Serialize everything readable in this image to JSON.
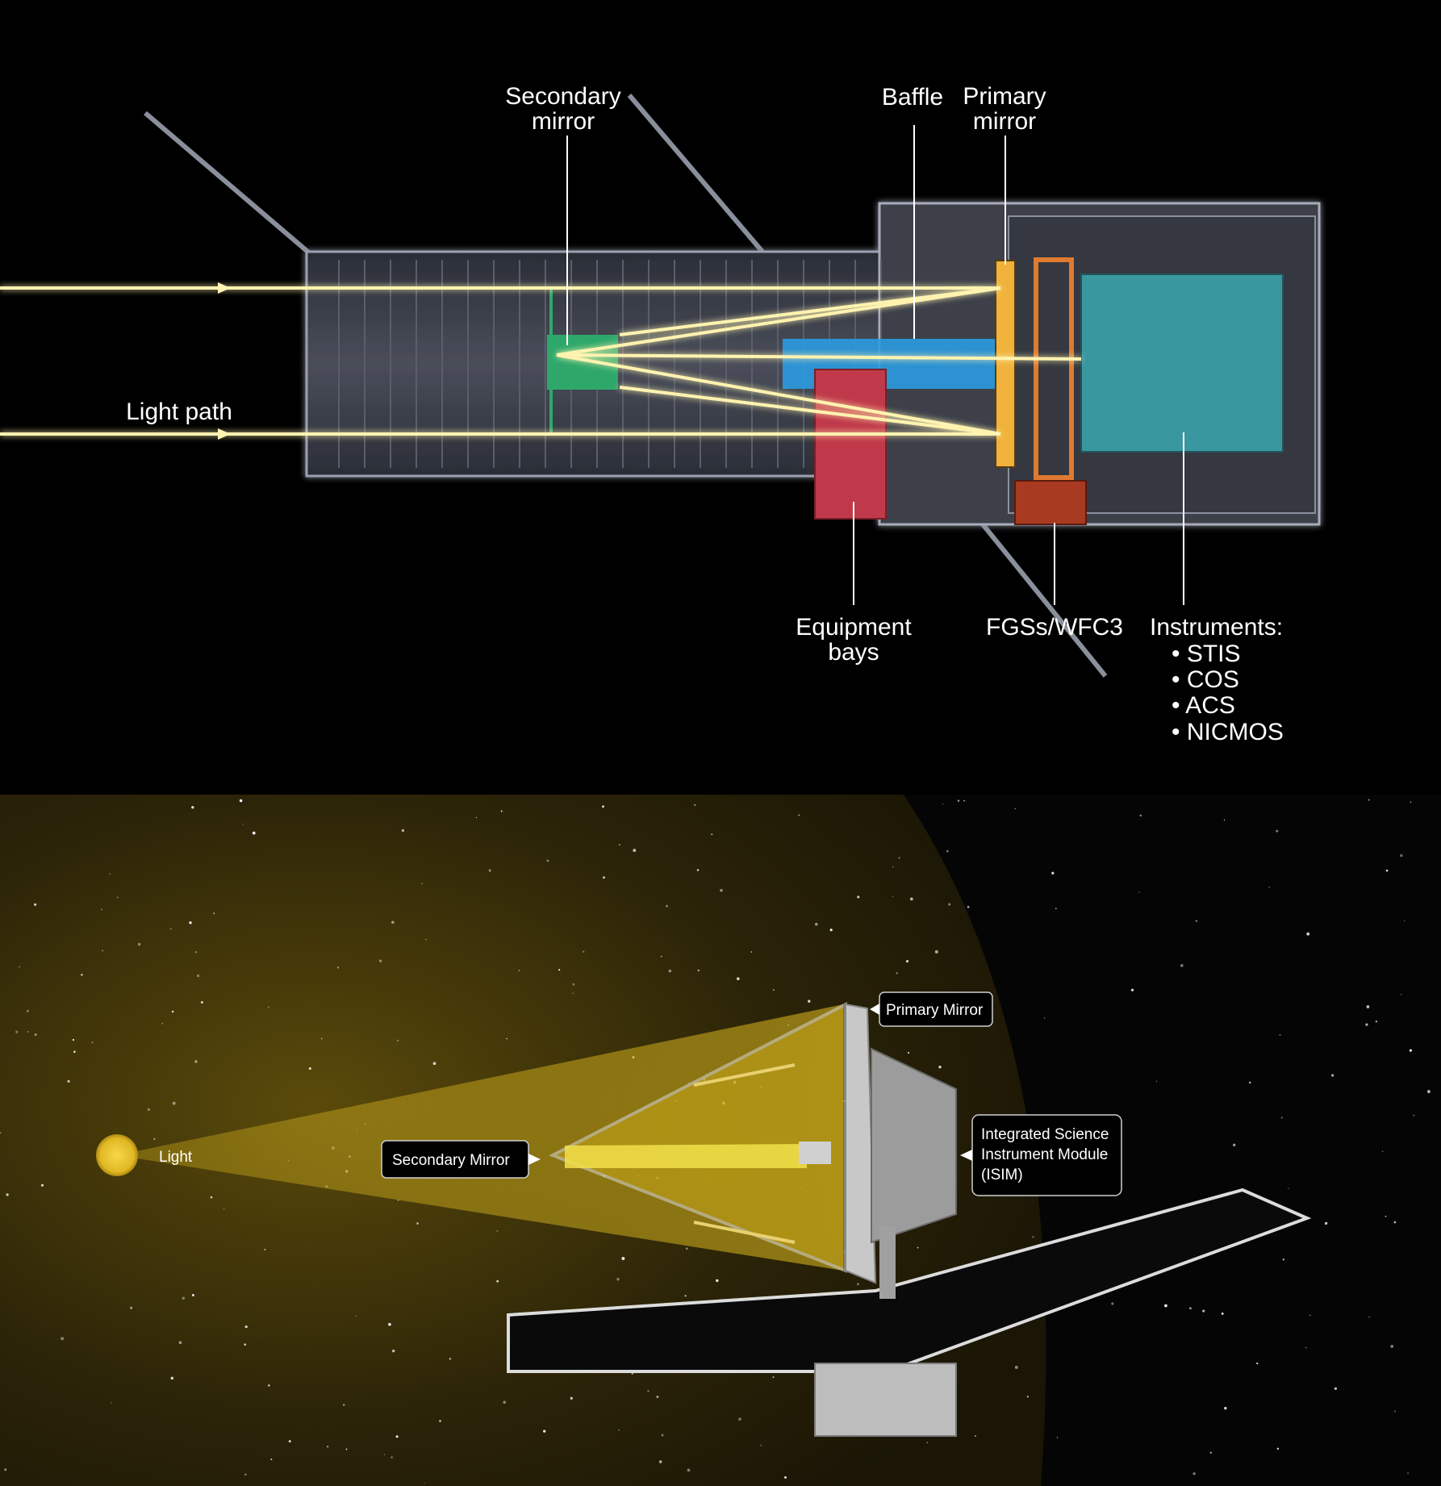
{
  "hubble": {
    "labels": {
      "secondary_mirror": [
        "Secondary",
        "mirror"
      ],
      "baffle": "Baffle",
      "primary_mirror": [
        "Primary",
        "mirror"
      ],
      "light_path": "Light path",
      "equipment_bays": [
        "Equipment",
        "bays"
      ],
      "fgs_wfc3": "FGSs/WFC3",
      "instruments_title": "Instruments:",
      "instruments": [
        "• STIS",
        "• COS",
        "• ACS",
        "• NICMOS"
      ]
    },
    "colors": {
      "light_beam": "#fff3b0",
      "secondary_mirror": "#2ea86a",
      "baffle": "#2b9be0",
      "primary_mirror": "#f0b23a",
      "equipment_bays": "#c0394a",
      "fgs": "#a83a22",
      "instruments": "#3aa8b0",
      "tube": "#3a3d48"
    }
  },
  "jwst": {
    "labels": {
      "light": "Light",
      "primary_mirror": "Primary Mirror",
      "secondary_mirror": "Secondary Mirror",
      "isim": [
        "Integrated Science",
        "Instrument Module",
        "(ISIM)"
      ]
    },
    "colors": {
      "sun": "#e6c23a",
      "beam": "#d4b21c",
      "background": "#171306"
    }
  }
}
